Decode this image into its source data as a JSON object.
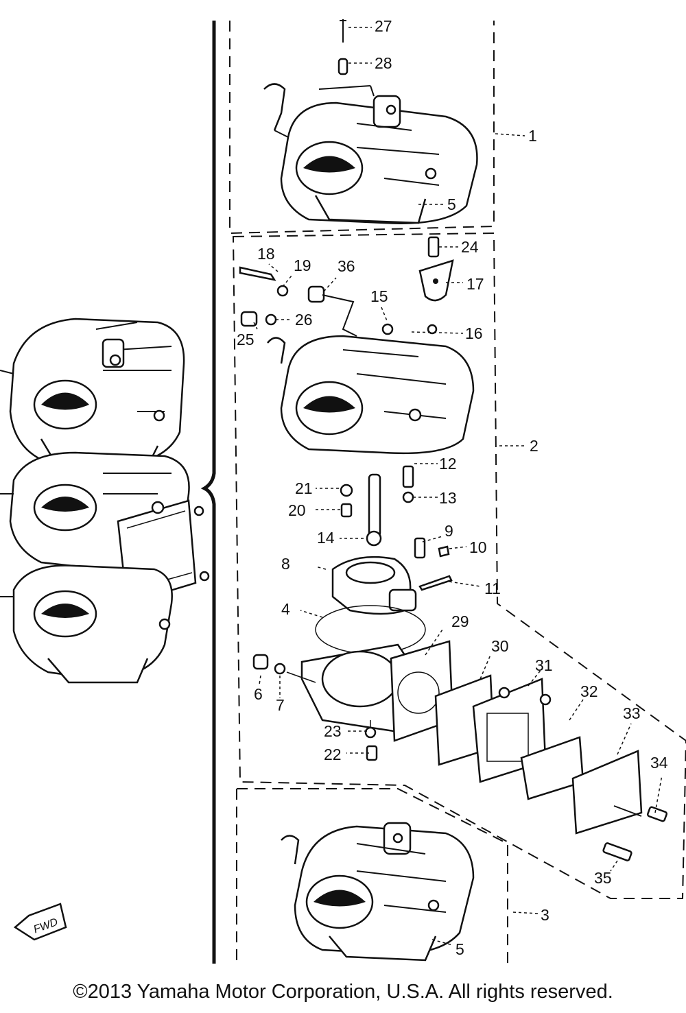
{
  "callouts": {
    "c1": "1",
    "c2": "2",
    "c3": "3",
    "c4": "4",
    "c5a": "5",
    "c5b": "5",
    "c6": "6",
    "c7": "7",
    "c8": "8",
    "c9": "9",
    "c10": "10",
    "c11": "11",
    "c12": "12",
    "c13": "13",
    "c14": "14",
    "c15": "15",
    "c16": "16",
    "c17": "17",
    "c18": "18",
    "c19": "19",
    "c20": "20",
    "c21": "21",
    "c22": "22",
    "c23": "23",
    "c24": "24",
    "c25": "25",
    "c26": "26",
    "c27": "27",
    "c28": "28",
    "c29": "29",
    "c30": "30",
    "c31": "31",
    "c32": "32",
    "c33": "33",
    "c34": "34",
    "c35": "35",
    "c36": "36"
  },
  "fwd_label": "FWD",
  "copyright": "©2013 Yamaha Motor Corporation, U.S.A. All rights reserved.",
  "colors": {
    "ink": "#111111",
    "paper": "#ffffff"
  }
}
